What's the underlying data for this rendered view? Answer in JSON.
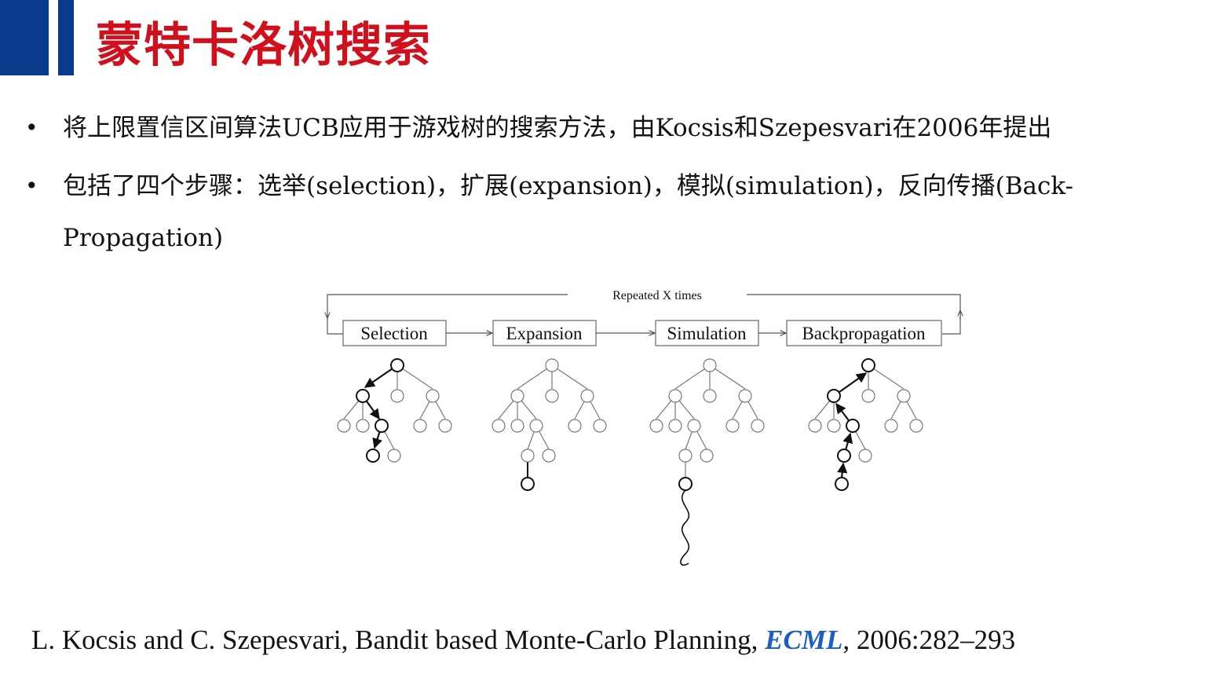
{
  "title": "蒙特卡洛树搜索",
  "bullets": [
    "将上限置信区间算法UCB应用于游戏树的搜索方法，由Kocsis和Szepesvari在2006年提出",
    "包括了四个步骤：选举(selection)，扩展(expansion)，模拟(simulation)，反向传播(Back-Propagation)"
  ],
  "bullet_symbol": "•",
  "diagram": {
    "loop_label": "Repeated X times",
    "steps": [
      "Selection",
      "Expansion",
      "Simulation",
      "Backpropagation"
    ]
  },
  "reference": {
    "prefix": "L. Kocsis and C. Szepesvari, Bandit based Monte-Carlo Planning, ",
    "venue": "ECML",
    "suffix": ", 2006:282–293"
  },
  "colors": {
    "accent_bar": "#0a3a8c",
    "title": "#d0101c",
    "venue": "#1a5fc7"
  }
}
